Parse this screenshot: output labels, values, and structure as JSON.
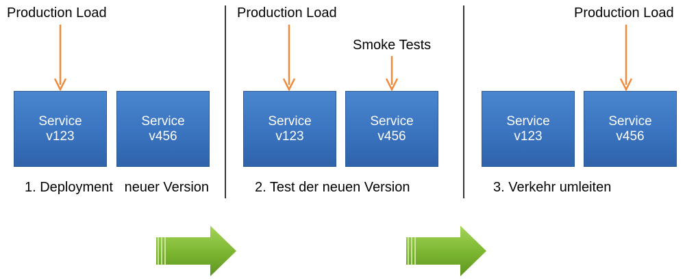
{
  "colors": {
    "arrow_orange": "#f08a3a",
    "service_blue": "#3a73bf",
    "next_green": "#7ab52f"
  },
  "panels": [
    {
      "load_label": "Production Load",
      "services": [
        {
          "name": "Service",
          "version": "v123"
        },
        {
          "name": "Service",
          "version": "v456"
        }
      ],
      "caption": "1. Deployment   neuer Version"
    },
    {
      "load_label": "Production Load",
      "smoke_label": "Smoke Tests",
      "services": [
        {
          "name": "Service",
          "version": "v123"
        },
        {
          "name": "Service",
          "version": "v456"
        }
      ],
      "caption": "2. Test der neuen Version"
    },
    {
      "load_label": "Production Load",
      "services": [
        {
          "name": "Service",
          "version": "v123"
        },
        {
          "name": "Service",
          "version": "v456"
        }
      ],
      "caption": "3. Verkehr umleiten"
    }
  ]
}
